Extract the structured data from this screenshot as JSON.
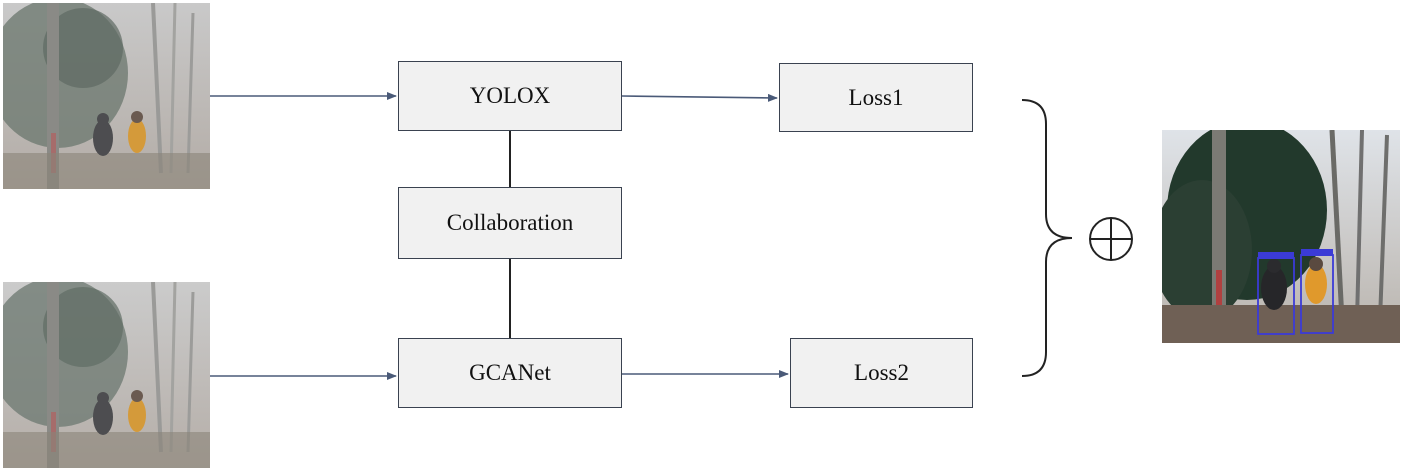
{
  "diagram": {
    "inputs": [
      {
        "description": "foggy-image-top"
      },
      {
        "description": "foggy-image-bottom"
      }
    ],
    "nodes": {
      "yolox": "YOLOX",
      "collaboration": "Collaboration",
      "gcanet": "GCANet",
      "loss1": "Loss1",
      "loss2": "Loss2"
    },
    "combine_symbol": "⊕",
    "colors": {
      "arrow": "#4a5a78",
      "box_border": "#3a4250",
      "box_fill": "#f1f1f1",
      "detection_box": "#3b3bd6"
    }
  }
}
